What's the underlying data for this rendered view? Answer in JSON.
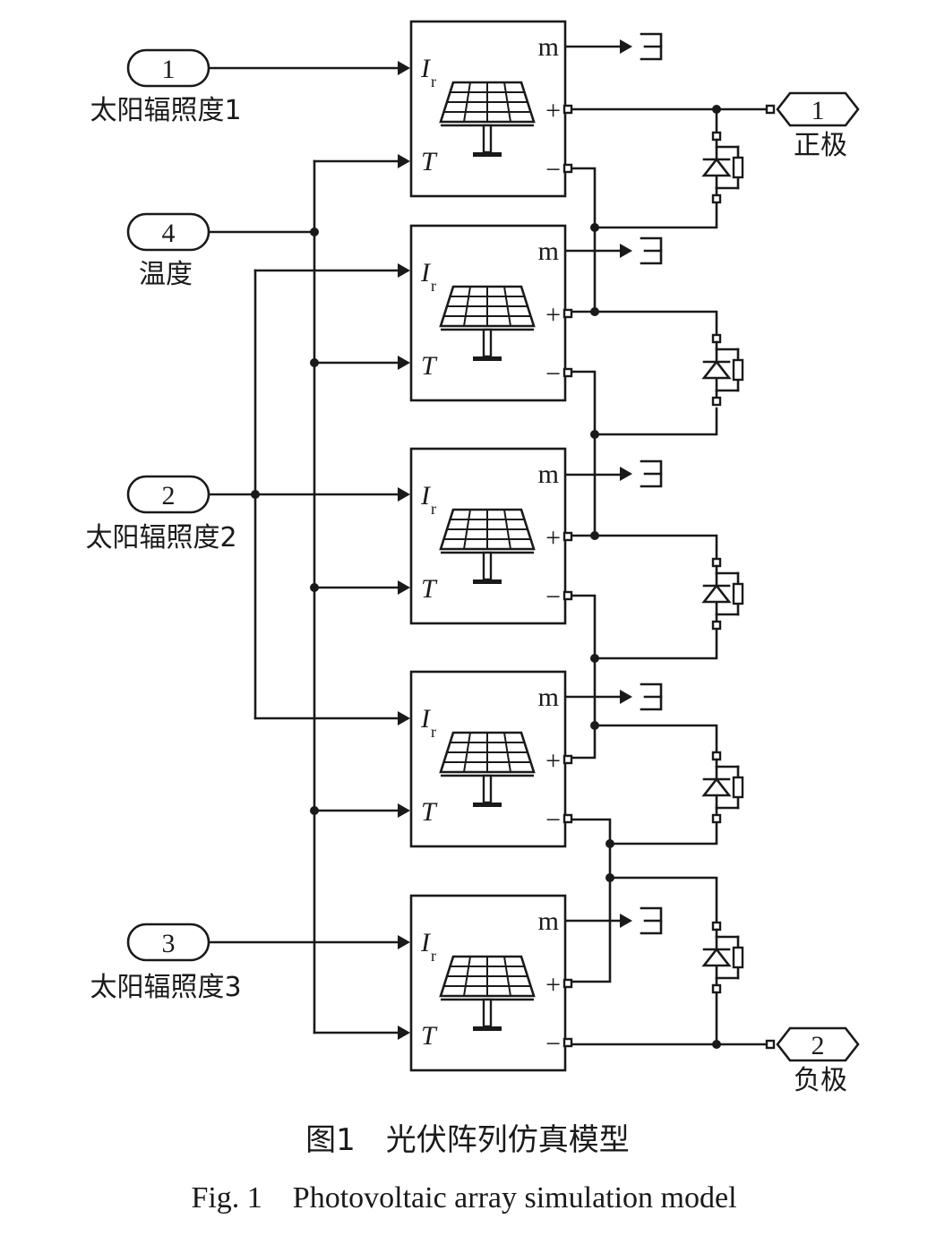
{
  "inports": [
    {
      "number": "1",
      "label": "太阳辐照度1"
    },
    {
      "number": "4",
      "label": "温度"
    },
    {
      "number": "2",
      "label": "太阳辐照度2"
    },
    {
      "number": "3",
      "label": "太阳辐照度3"
    }
  ],
  "outports": [
    {
      "number": "1",
      "label": "正极"
    },
    {
      "number": "2",
      "label": "负极"
    }
  ],
  "pv_module": {
    "input_irradiance": "I",
    "input_irradiance_sub": "r",
    "input_temperature": "T",
    "output_measure": "m",
    "output_positive": "+",
    "output_negative": "−",
    "count": 5
  },
  "caption": {
    "chinese": "图1　光伏阵列仿真模型",
    "english": "Fig. 1　Photovoltaic array simulation model"
  }
}
